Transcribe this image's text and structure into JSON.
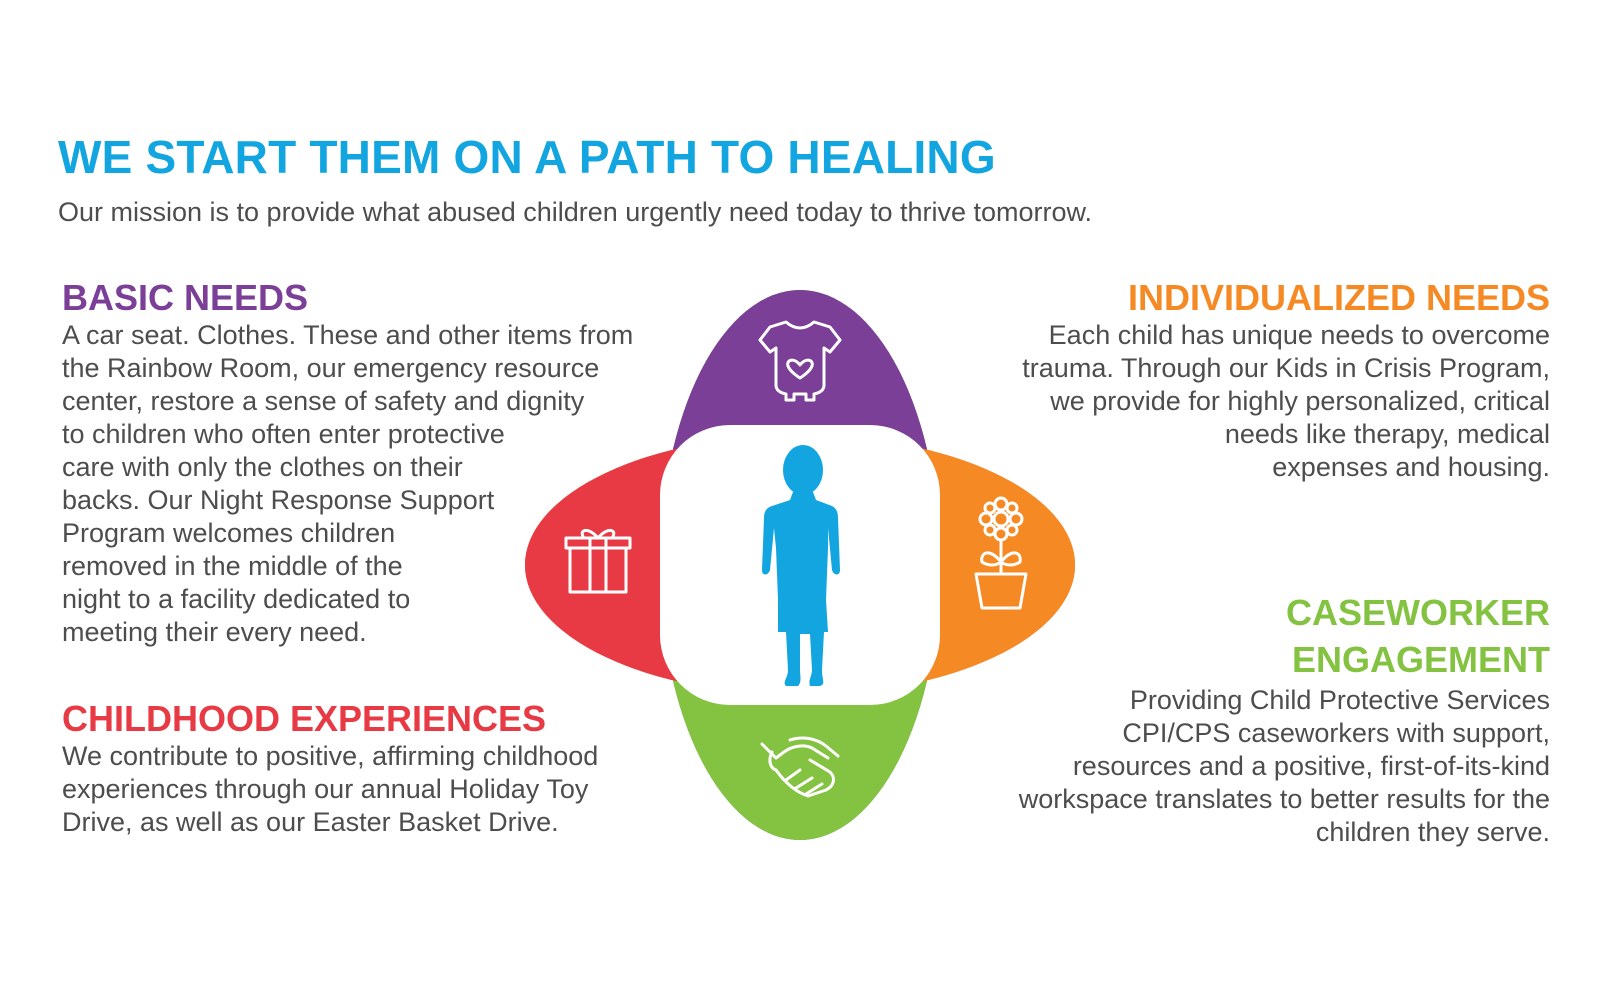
{
  "header": {
    "title": "WE START THEM ON A PATH TO HEALING",
    "subtitle": "Our mission is to provide what abused children urgently need today to thrive tomorrow."
  },
  "sections": {
    "basic_needs": {
      "title": "BASIC NEEDS",
      "lines": [
        "A car seat. Clothes. These and other items from",
        "the Rainbow Room, our emergency resource",
        "center, restore a sense of safety and dignity",
        "to children who often enter protective",
        "care with only the clothes on their",
        "backs. Our Night Response Support",
        "Program welcomes children",
        "removed in the middle of the",
        "night to a facility dedicated to",
        "meeting their every need."
      ]
    },
    "childhood_experiences": {
      "title": "CHILDHOOD EXPERIENCES",
      "lines": [
        "We contribute to positive, affirming childhood",
        "experiences through our annual Holiday Toy",
        "Drive, as well as our Easter Basket Drive."
      ]
    },
    "individualized_needs": {
      "title": "INDIVIDUALIZED NEEDS",
      "lines": [
        "Each child has unique needs to overcome",
        "trauma. Through our Kids in Crisis Program,",
        "we provide for highly personalized, critical",
        "needs like therapy, medical",
        "expenses and housing."
      ]
    },
    "caseworker_engagement": {
      "title_line1": "CASEWORKER",
      "title_line2": "ENGAGEMENT",
      "lines": [
        "Providing Child Protective Services",
        "CPI/CPS caseworkers with support,",
        "resources and a positive, first-of-its-kind",
        "workspace translates to better results for the",
        "children they serve."
      ]
    }
  },
  "diagram": {
    "colors": {
      "purple": "#7b3f98",
      "orange": "#f58a24",
      "red": "#e73a44",
      "green": "#84c341",
      "blue": "#12a5e0",
      "center": "#ffffff"
    },
    "icons": {
      "top": "onesie-heart-icon",
      "left": "gift-icon",
      "right": "flower-pot-icon",
      "bottom": "helping-hands-icon",
      "center": "child-silhouette-icon"
    }
  }
}
